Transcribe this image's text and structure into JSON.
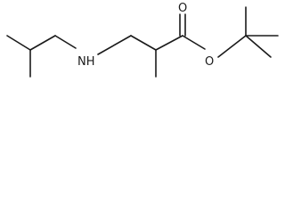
{
  "molecule": {
    "atoms": [
      {
        "id": "amine-n",
        "label": "NH"
      },
      {
        "id": "carbonyl-o",
        "label": "O"
      },
      {
        "id": "ester-o",
        "label": "O"
      }
    ]
  }
}
